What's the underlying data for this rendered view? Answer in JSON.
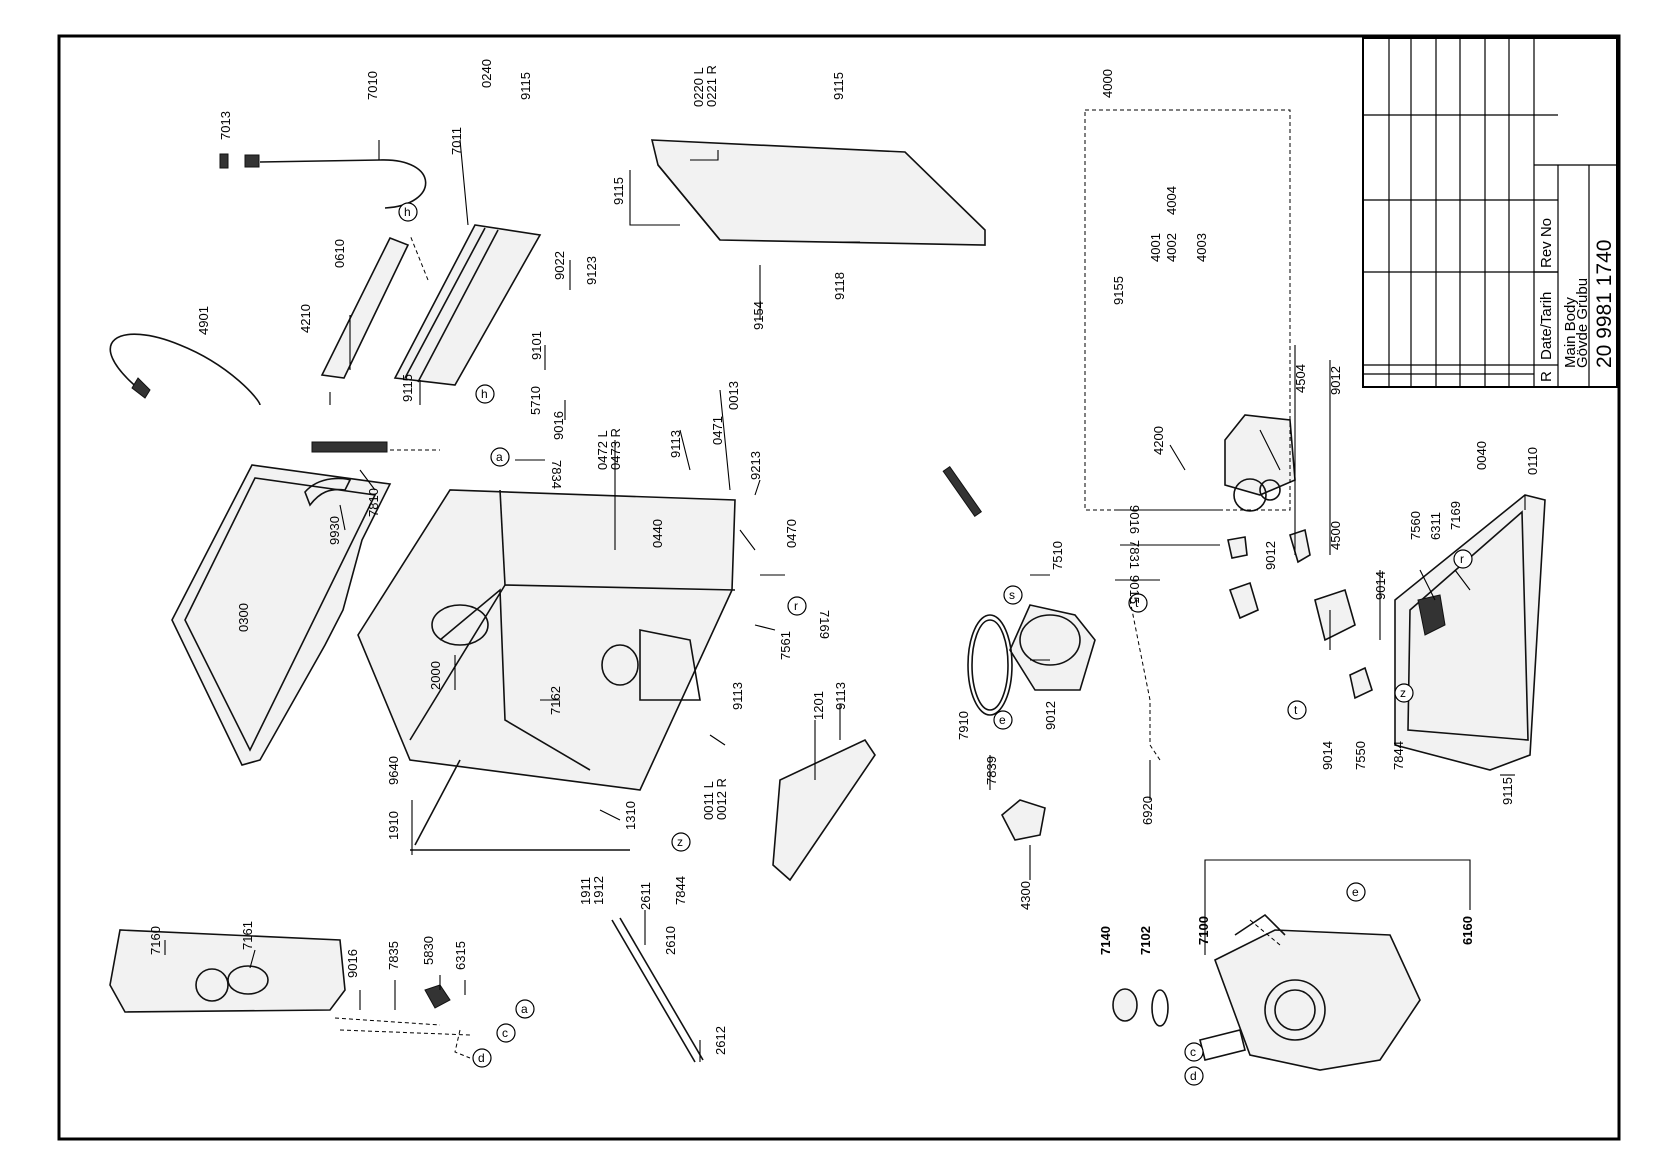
{
  "title_block": {
    "header_r": "R",
    "header_date": "Date/Tarih",
    "header_rev": "Rev No",
    "title_en": "Main Body",
    "title_tr": "Gövde Grubu",
    "drawing_number": "20 9981 1740"
  },
  "part_labels": [
    "7013",
    "7010",
    "7011",
    "0240",
    "9115",
    "0220 L",
    "0221 R",
    "9115",
    "9115",
    "9154",
    "9118",
    "4000",
    "9155",
    "4001",
    "4002",
    "4004",
    "4003",
    "4504",
    "9012",
    "4200",
    "4901",
    "0610",
    "4210",
    "9022",
    "9123",
    "9101",
    "9115",
    "5710",
    "9016",
    "7834",
    "7810",
    "9930",
    "0300",
    "0472 L",
    "0473 R",
    "9113",
    "0471",
    "0013",
    "9213",
    "0440",
    "0470",
    "7169",
    "7561",
    "2000",
    "7162",
    "9113",
    "1201",
    "9113",
    "0011 L",
    "0012 R",
    "9640",
    "1910",
    "1310",
    "1911",
    "1912",
    "7844",
    "2611",
    "2610",
    "2612",
    "7160",
    "7161",
    "9016",
    "7835",
    "5830",
    "6315",
    "7510",
    "9016",
    "7831",
    "9015",
    "9012",
    "7910",
    "7839",
    "9012",
    "6920",
    "4300",
    "7140",
    "7102",
    "7100",
    "6160",
    "4500",
    "9014",
    "9014",
    "7550",
    "7844",
    "7560",
    "6311",
    "7169",
    "0040",
    "0110",
    "9115"
  ],
  "callouts": [
    "h",
    "h",
    "a",
    "a",
    "s",
    "t",
    "t",
    "e",
    "e",
    "r",
    "r",
    "z",
    "z",
    "z",
    "c",
    "d",
    "c",
    "d"
  ]
}
